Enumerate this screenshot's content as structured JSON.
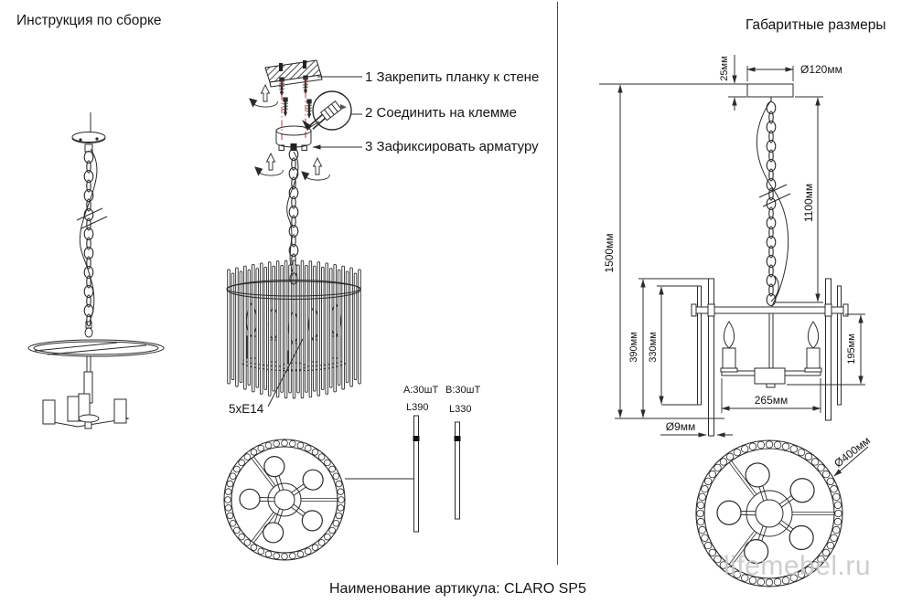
{
  "titles": {
    "left": "Инструкция по сборке",
    "right": "Габаритные размеры"
  },
  "steps": [
    {
      "label": "1 Закрепить планку к стене"
    },
    {
      "label": "2 Соединить на клемме"
    },
    {
      "label": "3 Зафиксировать арматуру"
    }
  ],
  "labels": {
    "socket_count": "5xE14"
  },
  "parts": {
    "a_qty": "А:30шТ",
    "b_qty": "В:30шТ",
    "a_len": "L390",
    "b_len": "L330"
  },
  "dims": {
    "canopy_height": "25мм",
    "canopy_diameter": "Ø120мм",
    "chain_length": "1100мм",
    "total_height": "1500мм",
    "rod_a_length": "390мм",
    "rod_b_length": "330мм",
    "candle_height": "195мм",
    "body_width": "265мм",
    "rod_diameter": "Ø9мм",
    "ring_diameter": "Ø400мм"
  },
  "footer": {
    "article": "Наименование артикула: CLARO SP5"
  },
  "watermark": {
    "text": "lifemebel.ru"
  },
  "colors": {
    "line": "#2b2b2b",
    "accent_red": "#cc3333",
    "watermark": "#c9c9c9"
  }
}
